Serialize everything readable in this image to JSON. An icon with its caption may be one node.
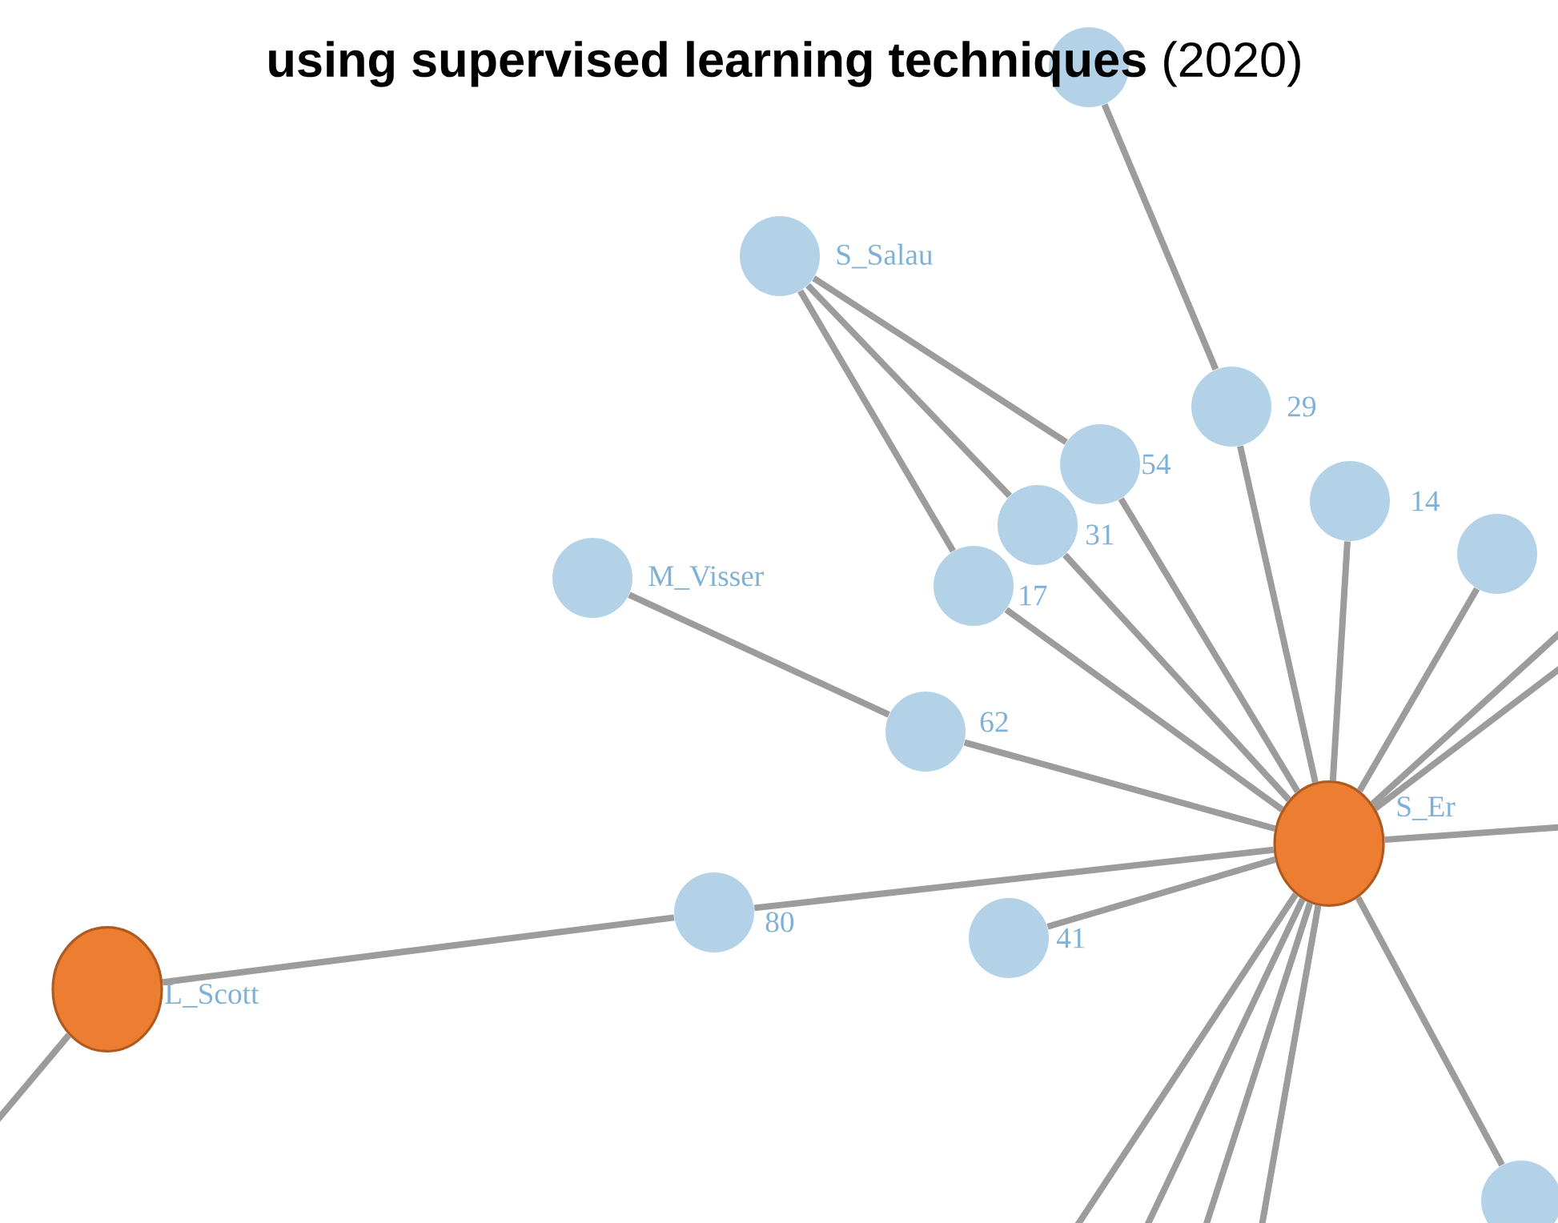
{
  "diagram": {
    "title": "**using supervised learning techniques** (2020)",
    "nodes": [
      {
        "text": [],
        "shape": "circle"
      },
      {
        "text": [
          "S_Salau"
        ]
      },
      {
        "text": [
          "29"
        ]
      },
      {
        "text": [
          "54"
        ]
      },
      {
        "text": [
          "31"
        ]
      },
      {
        "text": [
          "14"
        ]
      },
      {
        "text": [],
        "shape": "circle"
      },
      {
        "text": [
          "M_Visser"
        ]
      },
      {
        "text": [
          "17"
        ]
      },
      {
        "text": [
          "62"
        ]
      },
      {
        "text": [
          "S_Er"
        ]
      },
      {
        "text": [
          "80"
        ]
      },
      {
        "text": [
          "41"
        ]
      },
      {
        "text": [
          "L_Scott"
        ]
      },
      {
        "text": [],
        "shape": "circle"
      }
    ],
    "edges": [
      {
        "from": 0,
        "to": 2,
        "arrow": "none"
      },
      {
        "from": 1,
        "to": 3,
        "arrow": "none"
      },
      {
        "from": 1,
        "to": 4,
        "arrow": "none"
      },
      {
        "from": 1,
        "to": 8,
        "arrow": "none"
      },
      {
        "from": 7,
        "to": 9,
        "arrow": "none"
      },
      {
        "from": 2,
        "to": 10,
        "arrow": "none"
      },
      {
        "from": 3,
        "to": 10,
        "arrow": "none"
      },
      {
        "from": 4,
        "to": 10,
        "arrow": "none"
      },
      {
        "from": 8,
        "to": 10,
        "arrow": "none"
      },
      {
        "from": 5,
        "to": 10,
        "arrow": "none"
      },
      {
        "from": 6,
        "to": 10,
        "arrow": "none"
      },
      {
        "from": 9,
        "to": 10,
        "arrow": "none"
      },
      {
        "from": 13,
        "to": 11,
        "arrow": "none"
      },
      {
        "from": 11,
        "to": 10,
        "arrow": "none"
      },
      {
        "from": 12,
        "to": 10,
        "arrow": "none"
      },
      {
        "from": 10,
        "to": 14,
        "arrow": "none"
      },
      {
        "from": 10,
        "to": null,
        "arrow": "none"
      },
      {
        "from": 10,
        "to": null,
        "arrow": "none"
      },
      {
        "from": 10,
        "to": null,
        "arrow": "none"
      },
      {
        "from": 10,
        "to": null,
        "arrow": "none"
      },
      {
        "from": 10,
        "to": null,
        "arrow": "none"
      },
      {
        "from": 10,
        "to": null,
        "arrow": "none"
      },
      {
        "from": 10,
        "to": null,
        "arrow": "none"
      },
      {
        "from": 13,
        "to": null,
        "arrow": "none"
      }
    ]
  }
}
